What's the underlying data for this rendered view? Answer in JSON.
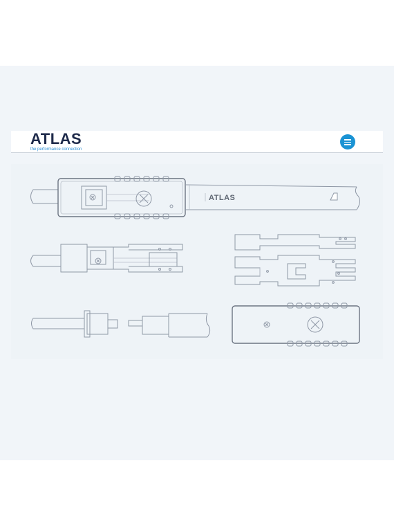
{
  "header": {
    "logo_word": "ATLAS",
    "logo_tagline": "the performance connection",
    "menu_icon": "hamburger-menu-icon"
  },
  "illustration": {
    "strain_relief_label": "ATLAS"
  },
  "colors": {
    "page_band": "#f1f5f9",
    "header_bg": "#ffffff",
    "logo_text": "#1e2a4a",
    "logo_accent": "#2b8fd6",
    "menu_button": "#1a93d4",
    "drawing_lines": "#8f98a6"
  }
}
